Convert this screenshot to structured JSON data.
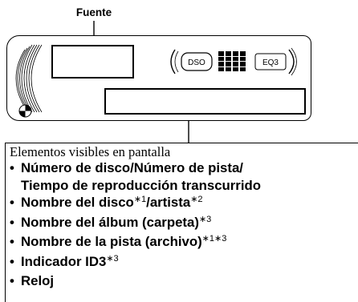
{
  "callouts": {
    "source": "Fuente"
  },
  "display_panel": {
    "button1_label": "DSO",
    "button3_label": "EQ3"
  },
  "info_box": {
    "title": "Elementos visibles en pantalla",
    "items": [
      {
        "line1": "Número de disco/Número de pista/",
        "line2": "Tiempo de reproducción transcurrido"
      },
      {
        "text": "Nombre del disco",
        "note1": "∗1",
        "text2": "/artista",
        "note2": "∗2"
      },
      {
        "text": "Nombre del álbum (carpeta)",
        "note1": "∗3"
      },
      {
        "text": "Nombre de la pista (archivo)",
        "note1": "∗1∗3"
      },
      {
        "text": "Indicador ID3",
        "note1": "∗3"
      },
      {
        "text": "Reloj"
      }
    ]
  }
}
